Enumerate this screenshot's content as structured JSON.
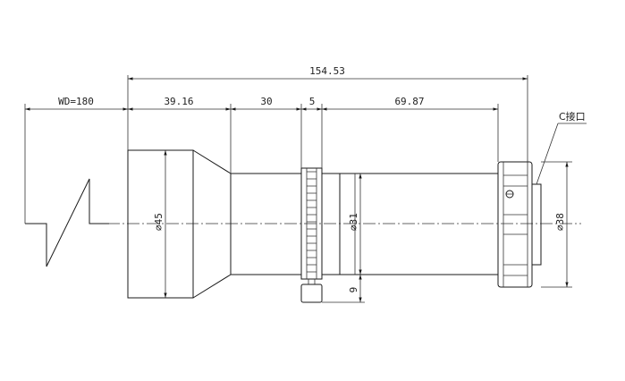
{
  "dimensions": {
    "total_length": "154.53",
    "working_distance": "WD=180",
    "front_section": "39.16",
    "taper_section": "30",
    "focus_ring": "5",
    "rear_section": "69.87",
    "front_diameter": "⌀45",
    "body_diameter": "⌀31",
    "mount_diameter": "⌀38",
    "knob_height": "9"
  },
  "labels": {
    "mount": "C接口"
  },
  "colors": {
    "line": "#1a1a1a",
    "background": "#ffffff"
  }
}
